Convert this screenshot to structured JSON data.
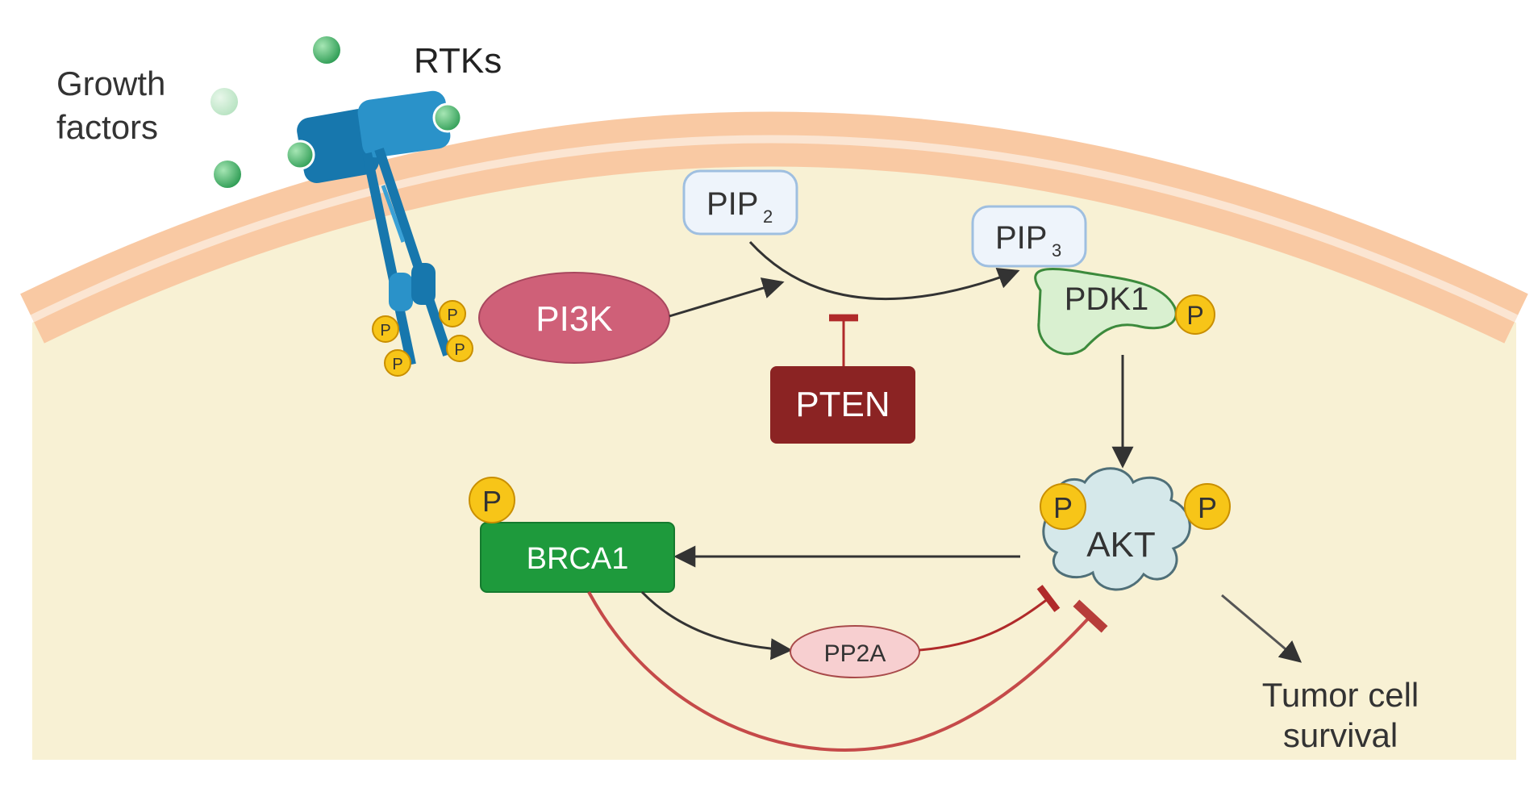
{
  "labels": {
    "growth_line1": "Growth",
    "growth_line2": "factors",
    "rtks": "RTKs",
    "pip2_main": "PIP",
    "pip2_sub": "2",
    "pip3_main": "PIP",
    "pip3_sub": "3",
    "pi3k": "PI3K",
    "pten": "PTEN",
    "pdk1": "PDK1",
    "akt": "AKT",
    "brca1": "BRCA1",
    "pp2a": "PP2A",
    "phospho": "P",
    "survival_line1": "Tumor cell",
    "survival_line2": "survival"
  },
  "colors": {
    "membrane": "#f9c9a3",
    "cytoplasm": "#f8f1d4",
    "receptor": "#1f7fb5",
    "pi3k": "#cf6078",
    "pten": "#8b2323",
    "brca1": "#1e9a3c",
    "pp2a": "#f7cfd0",
    "pdk1": "#d9f0d0",
    "akt": "#d5e8ea",
    "phospho": "#f7c518",
    "inhibit": "#b02a2a",
    "activate": "#333333"
  }
}
